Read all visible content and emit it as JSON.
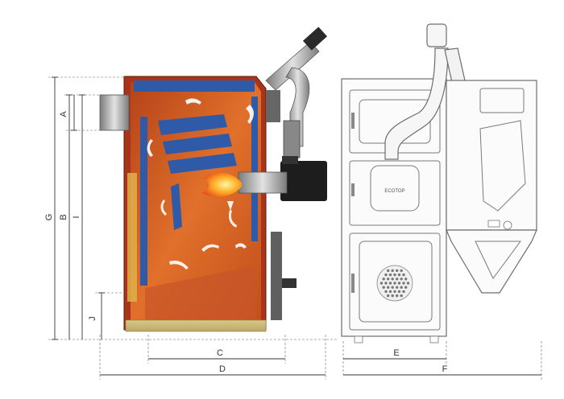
{
  "dimensions": {
    "A": "A",
    "B": "B",
    "G": "G",
    "I": "I",
    "J": "J",
    "C": "C",
    "D": "D",
    "E": "E",
    "F": "F"
  },
  "front_logo": "ECOTOP",
  "colors": {
    "boiler_body": "#c8501c",
    "boiler_inner": "#e3742a",
    "water_jacket": "#2f5aa8",
    "burner": "#1d1d1d",
    "pipe": "#9a9a9a",
    "outline_view": "#6d6d6d"
  }
}
